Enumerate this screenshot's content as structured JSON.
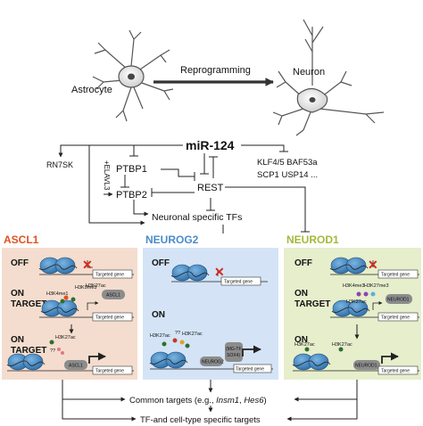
{
  "top": {
    "reprogramming_label": "Reprogramming",
    "astrocyte_label": "Astrocyte",
    "neuron_label": "Neuron"
  },
  "network": {
    "mir124_label": "miR-124",
    "rn7sk_label": "RN7SK",
    "elavl3_label": "+ELAVL3",
    "ptbp1_label": "PTBP1",
    "ptbp2_label": "PTBP2",
    "rest_label": "REST",
    "targets_line1": "KLF4/5 BAF53a",
    "targets_line2": "SCP1 USP14 ...",
    "neuronal_tfs_label": "Neuronal specific TFs"
  },
  "panels": {
    "ascl1": {
      "title": "ASCL1",
      "off": "OFF",
      "on_target_1": "ON",
      "on_target_2": "TARGET",
      "on": "ON",
      "h3k9me3": "H3K9me3",
      "h3k4me1": "H3K4me1",
      "h3k27ac": "H3K27ac",
      "h3k27ac_b": "H3K27ac",
      "tf_box": "ASCL1",
      "tf_box_b": "ASCL1",
      "q": "??",
      "targeted_gene": "Targeted gene"
    },
    "neurog2": {
      "title": "NEUROG2",
      "off": "OFF",
      "on": "ON",
      "h3k27ac": "H3K27ac",
      "q": "??",
      "tf_box": "NEUROG2",
      "cofactor_line1": "(MG-TF",
      "cofactor_line2": "SOX4)",
      "targeted_gene": "Targeted gene"
    },
    "neurod1": {
      "title": "NEUROD1",
      "off": "OFF",
      "on_target_1": "ON",
      "on_target_2": "TARGET",
      "on": "ON",
      "h3k4me3": "H3K4me3",
      "h3k27me3": "H3K27me3",
      "h3k27ac": "H3K27ac",
      "h3k27ac_b": "H3K27ac",
      "h3k27ac_c": "H3K27ac",
      "tf_box": "NEUROD1",
      "tf_box_b": "NEUROD1",
      "targeted_gene": "Targeted gene"
    }
  },
  "bottom": {
    "common_prefix": "Common targets (e.g., ",
    "common_gene1": "Insm1",
    "common_sep": ", ",
    "common_gene2": "Hes6",
    "common_suffix": ")",
    "specific_label": "TF-and cell-type specific targets"
  },
  "colors": {
    "ascl1": "#e2511f",
    "neurog2": "#4a8cc9",
    "neurod1": "#a3b93a",
    "ascl1_bg": "#f4ddce",
    "neurog2_bg": "#d4e4f6",
    "neurod1_bg": "#e6eecc",
    "nucleosome": "#3d7fb8",
    "red_x": "#d42a20"
  }
}
